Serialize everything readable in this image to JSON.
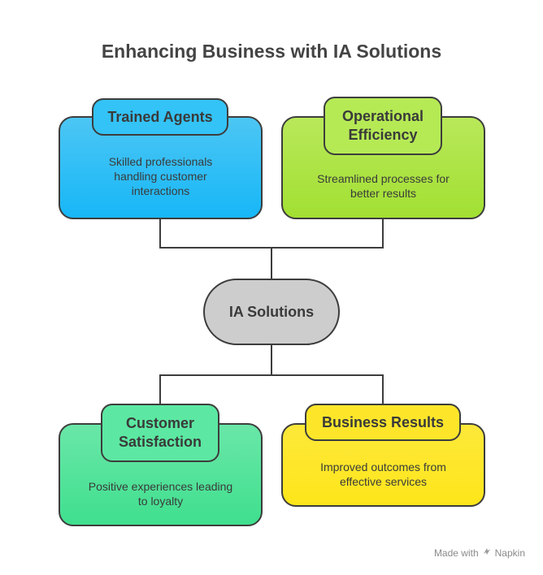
{
  "title": "Enhancing Business with IA Solutions",
  "center": {
    "label": "IA Solutions",
    "color": "#cdcdcd"
  },
  "nodes": [
    {
      "label": "Trained Agents",
      "description": "Skilled professionals handling customer interactions",
      "color": "#2bbdf5",
      "label_color": "#33c3f7"
    },
    {
      "label": "Operational Efficiency",
      "description": "Streamlined processes for better results",
      "color": "#a6e23c",
      "label_color": "#b5ea55"
    },
    {
      "label": "Customer Satisfaction",
      "description": "Positive experiences leading to loyalty",
      "color": "#4fe39a",
      "label_color": "#5ce8a2"
    },
    {
      "label": "Business Results",
      "description": "Improved outcomes from effective services",
      "color": "#fde81f",
      "label_color": "#fde62a"
    }
  ],
  "footer": {
    "made_with": "Made with",
    "brand": "Napkin"
  }
}
